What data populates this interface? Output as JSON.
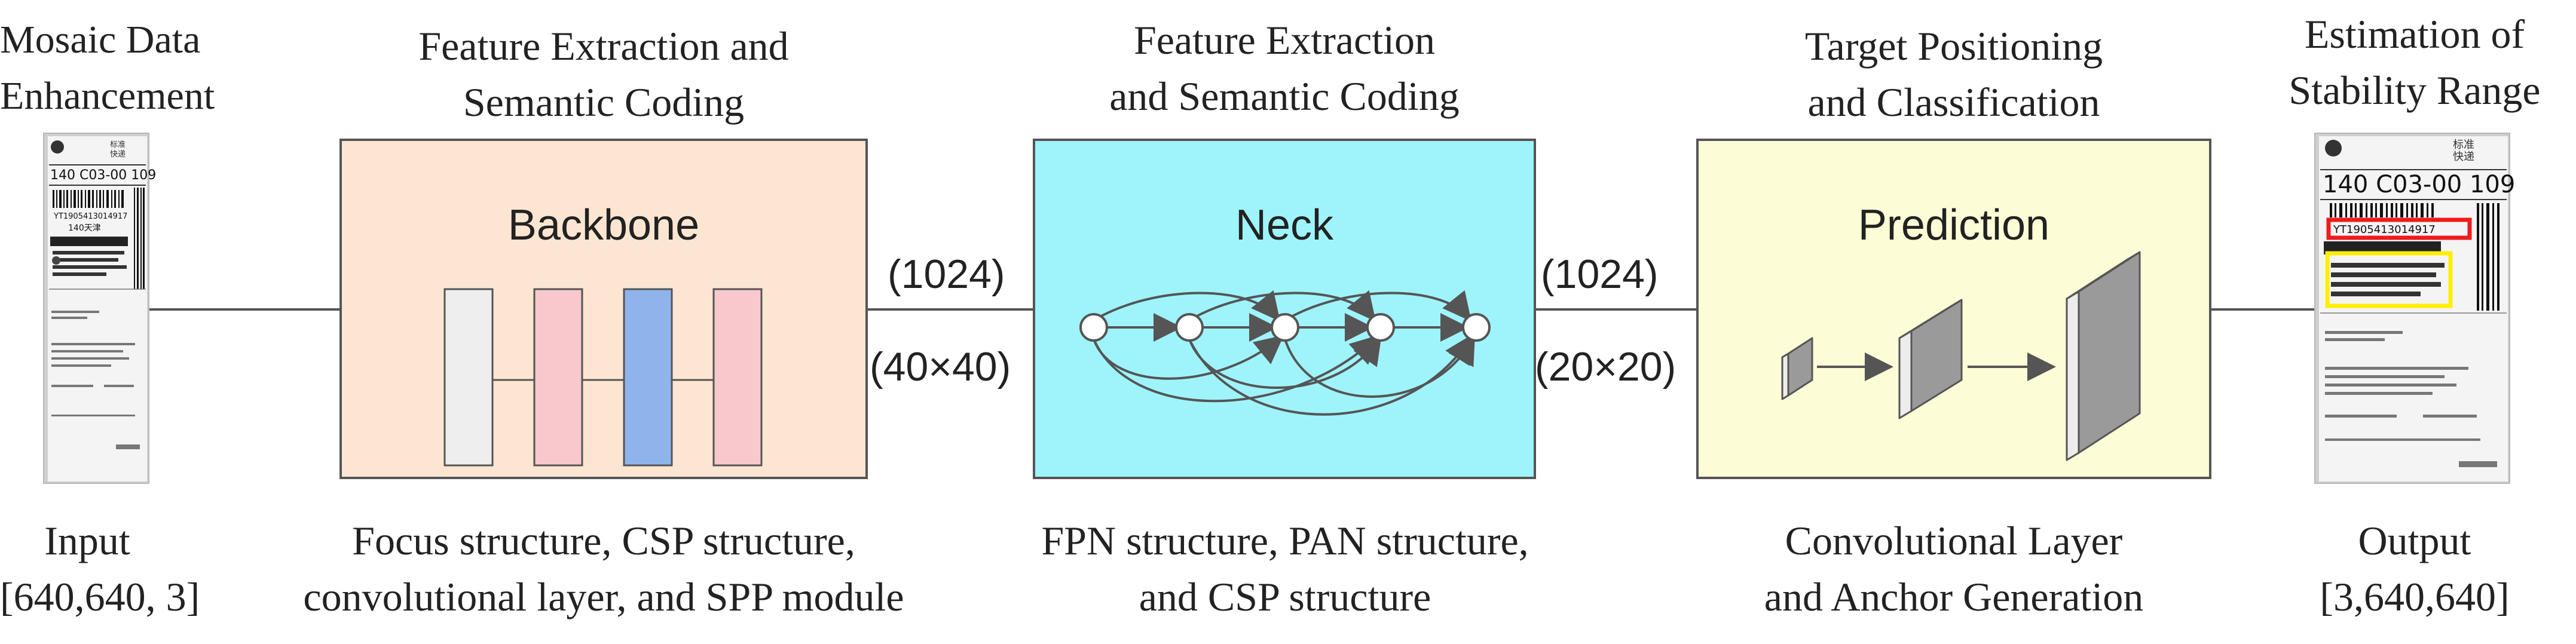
{
  "input": {
    "title": [
      "Mosaic Data",
      "Enhancement"
    ],
    "caption": [
      "Input",
      "[640,640, 3]"
    ],
    "label": {
      "top_right": [
        "标准",
        "快递"
      ],
      "code": "140  C03-00   109",
      "tracking": "YT1905413014917",
      "city": "140天津"
    }
  },
  "backbone": {
    "heading": [
      "Feature Extraction and",
      "Semantic Coding"
    ],
    "title": "Backbone",
    "caption": [
      "Focus structure, CSP structure,",
      "convolutional layer, and SPP module"
    ],
    "colors": [
      "#eeeeee",
      "#f8c8cc",
      "#8fb4ec",
      "#f8c8cc"
    ]
  },
  "conn1": {
    "channels": "(1024)",
    "size": "(40×40)"
  },
  "neck": {
    "heading": [
      "Feature Extraction",
      "and Semantic Coding"
    ],
    "title": "Neck",
    "caption": [
      "FPN structure, PAN structure,",
      "and CSP structure"
    ]
  },
  "conn2": {
    "channels": "(1024)",
    "size": "(20×20)"
  },
  "prediction": {
    "heading": [
      "Target Positioning",
      "and Classification"
    ],
    "title": "Prediction",
    "caption": [
      "Convolutional Layer",
      "and Anchor Generation"
    ]
  },
  "output": {
    "title": [
      "Estimation of",
      "Stability Range"
    ],
    "caption": [
      "Output",
      "[3,640,640]"
    ],
    "label": {
      "top_right": [
        "标准",
        "快递"
      ],
      "code": "140  C03-00   109",
      "tracking": "YT1905413014917"
    },
    "box_colors": {
      "red": "#ee1c1c",
      "yellow": "#ffee00"
    }
  },
  "colors": {
    "backbone_fill": "#fce6d2",
    "neck_fill": "#9ff4fc",
    "prediction_fill": "#fcfcd6",
    "stroke": "#555555"
  }
}
